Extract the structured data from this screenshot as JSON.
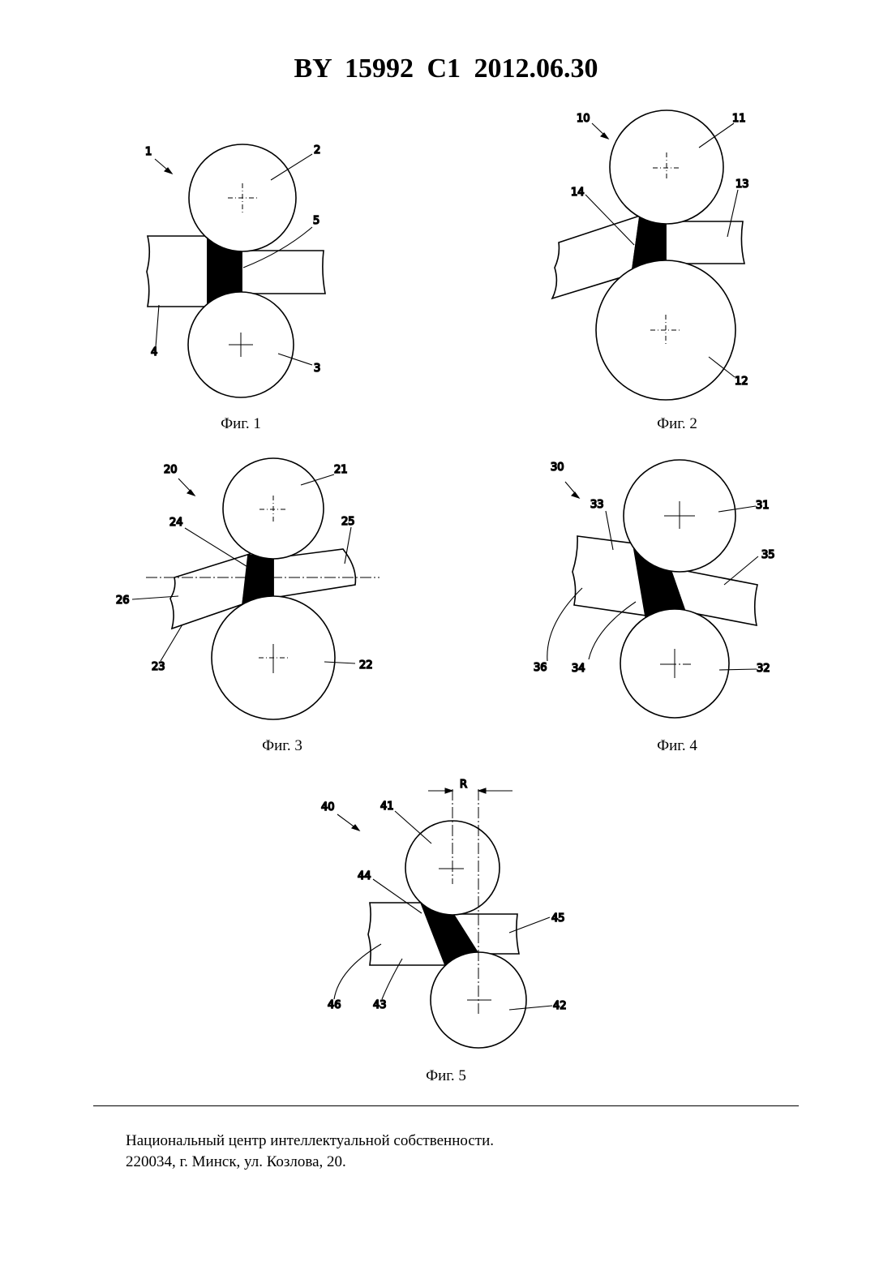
{
  "header": {
    "title": "BY  15992  C1  2012.06.30"
  },
  "figures": [
    {
      "caption": "Фиг. 1",
      "labels": {
        "assembly": "1",
        "roll_top": "2",
        "roll_bottom": "3",
        "sheet_left": "4",
        "zone": "5"
      }
    },
    {
      "caption": "Фиг. 2",
      "labels": {
        "assembly": "10",
        "roll_top": "11",
        "roll_bottom": "12",
        "sheet_right": "13",
        "zone": "14"
      }
    },
    {
      "caption": "Фиг. 3",
      "labels": {
        "assembly": "20",
        "roll_top": "21",
        "roll_bottom": "22",
        "edge": "23",
        "zone": "24",
        "sheet_right": "25",
        "sheet_left": "26"
      }
    },
    {
      "caption": "Фиг. 4",
      "labels": {
        "assembly": "30",
        "roll_top": "31",
        "roll_bottom": "32",
        "sheet_left": "33",
        "zone": "34",
        "sheet_right": "35",
        "edge": "36"
      }
    },
    {
      "caption": "Фиг. 5",
      "labels": {
        "offset": "R",
        "assembly": "40",
        "roll_top": "41",
        "roll_bottom": "42",
        "edge": "43",
        "zone": "44",
        "sheet_right": "45",
        "sheet_left": "46"
      }
    }
  ],
  "footer": {
    "line1": "Национальный центр интеллектуальной собственности.",
    "line2": "220034, г. Минск, ул. Козлова, 20."
  }
}
